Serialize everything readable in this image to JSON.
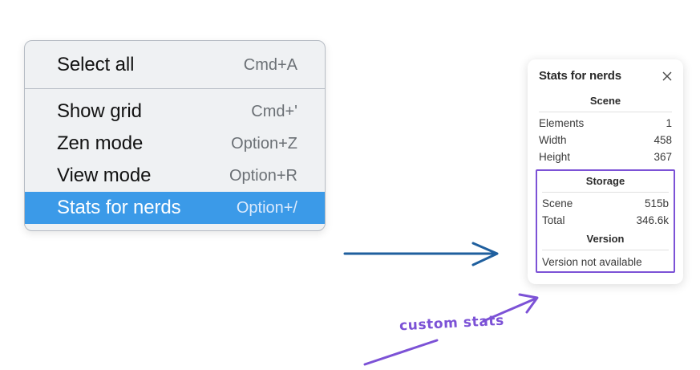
{
  "context_menu": {
    "sections": [
      {
        "items": [
          {
            "label": "Select all",
            "shortcut": "Cmd+A",
            "selected": false
          }
        ]
      },
      {
        "items": [
          {
            "label": "Show grid",
            "shortcut": "Cmd+'",
            "selected": false
          },
          {
            "label": "Zen mode",
            "shortcut": "Option+Z",
            "selected": false
          },
          {
            "label": "View mode",
            "shortcut": "Option+R",
            "selected": false
          },
          {
            "label": "Stats for nerds",
            "shortcut": "Option+/",
            "selected": true
          }
        ]
      }
    ]
  },
  "stats_panel": {
    "title": "Stats for nerds",
    "close_icon": "close-icon",
    "scene": {
      "heading": "Scene",
      "rows": [
        {
          "key": "Elements",
          "value": "1"
        },
        {
          "key": "Width",
          "value": "458"
        },
        {
          "key": "Height",
          "value": "367"
        }
      ]
    },
    "storage": {
      "heading": "Storage",
      "rows": [
        {
          "key": "Scene",
          "value": "515b"
        },
        {
          "key": "Total",
          "value": "346.6k"
        }
      ]
    },
    "version": {
      "heading": "Version",
      "note": "Version not available"
    }
  },
  "annotations": {
    "handwritten_label": "custom stats",
    "colors": {
      "menu_highlight": "#3b9ae8",
      "annotation_purple": "#7c52d6",
      "flow_arrow_blue": "#1f5f9e"
    }
  }
}
